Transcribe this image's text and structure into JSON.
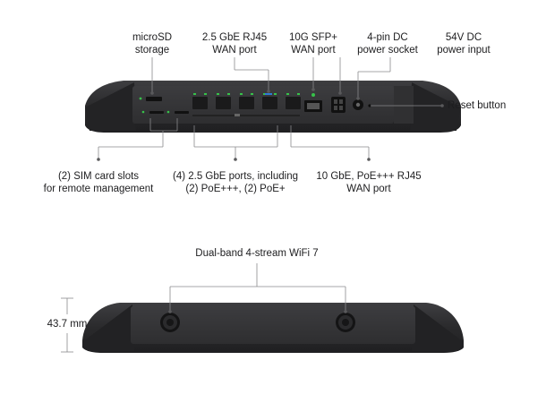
{
  "top_callouts": {
    "microsd": {
      "line1": "microSD",
      "line2": "storage"
    },
    "rj45_wan": {
      "line1": "2.5 GbE RJ45",
      "line2": "WAN port"
    },
    "sfp_wan": {
      "line1": "10G SFP+",
      "line2": "WAN port"
    },
    "dc_socket": {
      "line1": "4-pin DC",
      "line2": "power socket"
    },
    "dc_input": {
      "line1": "54V DC",
      "line2": "power input"
    }
  },
  "side_callouts": {
    "reset": "Reset button"
  },
  "bottom_callouts": {
    "sim": {
      "line1": "(2) SIM card slots",
      "line2": "for remote management"
    },
    "ports": {
      "line1": "(4) 2.5 GbE ports, including",
      "line2": "(2) PoE+++, (2) PoE+"
    },
    "wan10": {
      "line1": "10 GbE, PoE+++ RJ45",
      "line2": "WAN port"
    }
  },
  "wifi_label": "Dual-band 4-stream WiFi 7",
  "height_label": "43.7 mm",
  "colors": {
    "device_body": "#2b2b2d",
    "device_face": "#3a3a3c",
    "port": "#1c1c1d",
    "led_green": "#37c24a",
    "leader_line": "#8a8a8c"
  }
}
